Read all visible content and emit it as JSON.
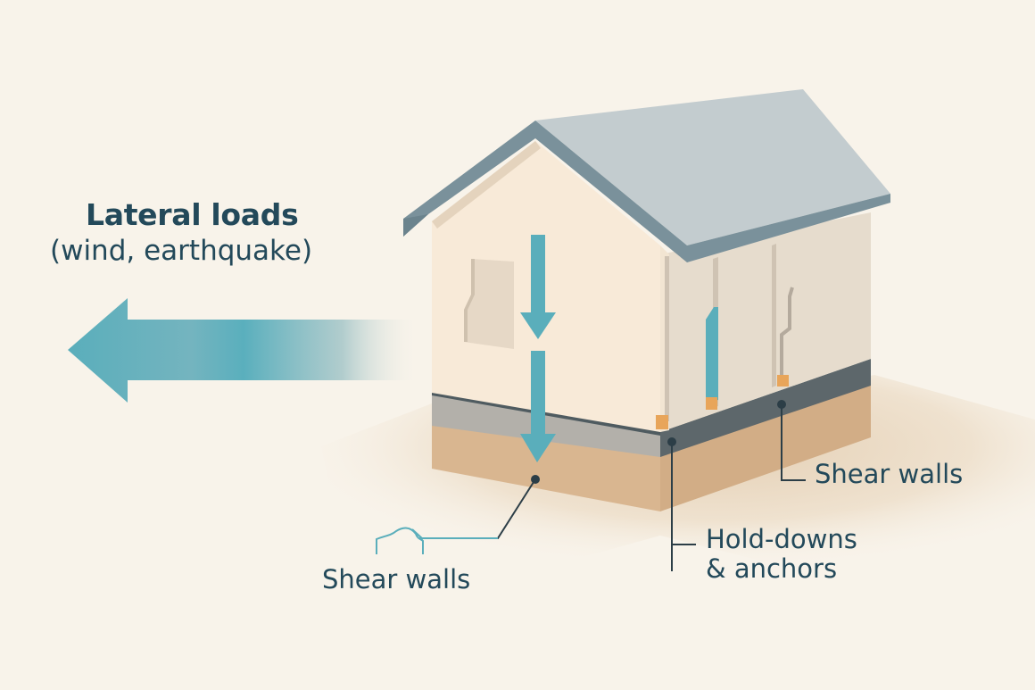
{
  "title": {
    "main": "Lateral loads",
    "sub": "(wind, earthquake)"
  },
  "labels": {
    "shear_walls_left": "Shear walls",
    "shear_walls_right": "Shear walls",
    "hold_downs_line1": "Hold-downs",
    "hold_downs_line2": "& anchors"
  },
  "icons": {
    "lateral_arrow": "arrow-left-icon",
    "gravity_arrow_upper": "arrow-down-icon",
    "gravity_arrow_lower": "arrow-down-icon",
    "shear_wall_symbol": "wall-outline-icon",
    "leader_dot": "dot-icon"
  },
  "colors": {
    "background": "#f8f3ea",
    "text": "#23495a",
    "arrow": "#5aaebb",
    "roof_top": "#c3cccf",
    "roof_edge": "#7a919b",
    "wall_front": "#f8ead8",
    "wall_side": "#e6dccd",
    "sill_front": "#b3b0aa",
    "sill_side": "#5d676b",
    "foundation": "#d9b690",
    "hold_down": "#e8a55a",
    "leader": "#2c3e47"
  }
}
